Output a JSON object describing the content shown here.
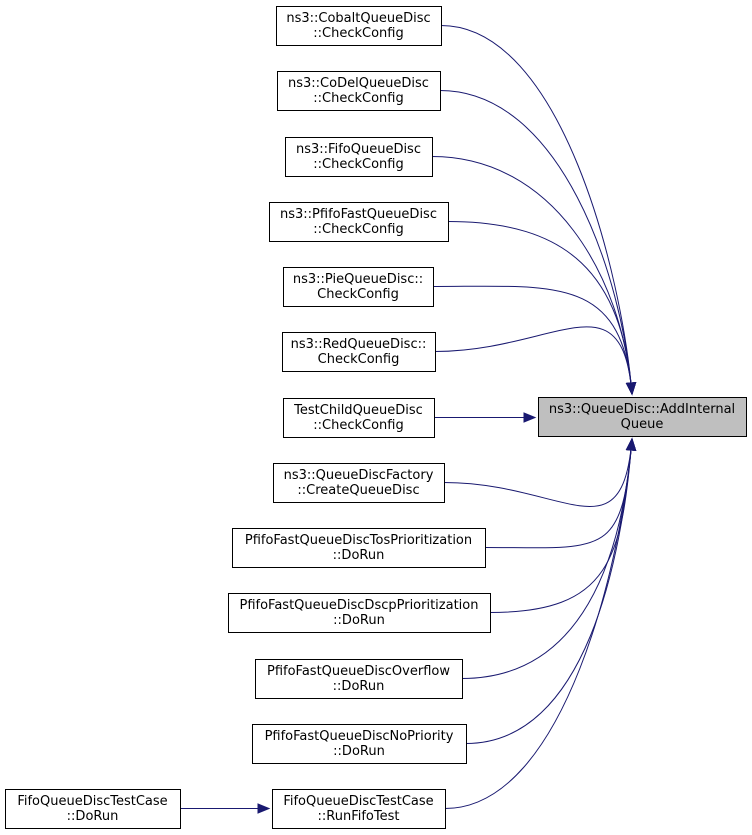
{
  "diagram": {
    "target": {
      "id": "target",
      "lines": [
        "ns3::QueueDisc::AddInternal",
        "Queue"
      ]
    },
    "nodes": [
      {
        "id": "cobalt",
        "lines": [
          "ns3::CobaltQueueDisc",
          "::CheckConfig"
        ]
      },
      {
        "id": "codel",
        "lines": [
          "ns3::CoDelQueueDisc",
          "::CheckConfig"
        ]
      },
      {
        "id": "fifo",
        "lines": [
          "ns3::FifoQueueDisc",
          "::CheckConfig"
        ]
      },
      {
        "id": "pfifo",
        "lines": [
          "ns3::PfifoFastQueueDisc",
          "::CheckConfig"
        ]
      },
      {
        "id": "pie",
        "lines": [
          "ns3::PieQueueDisc::",
          "CheckConfig"
        ]
      },
      {
        "id": "red",
        "lines": [
          "ns3::RedQueueDisc::",
          "CheckConfig"
        ]
      },
      {
        "id": "testchild",
        "lines": [
          "TestChildQueueDisc",
          "::CheckConfig"
        ]
      },
      {
        "id": "factory",
        "lines": [
          "ns3::QueueDiscFactory",
          "::CreateQueueDisc"
        ]
      },
      {
        "id": "tos",
        "lines": [
          "PfifoFastQueueDiscTosPrioritization",
          "::DoRun"
        ]
      },
      {
        "id": "dscp",
        "lines": [
          "PfifoFastQueueDiscDscpPrioritization",
          "::DoRun"
        ]
      },
      {
        "id": "overflow",
        "lines": [
          "PfifoFastQueueDiscOverflow",
          "::DoRun"
        ]
      },
      {
        "id": "nopriority",
        "lines": [
          "PfifoFastQueueDiscNoPriority",
          "::DoRun"
        ]
      },
      {
        "id": "runfifo",
        "lines": [
          "FifoQueueDiscTestCase",
          "::RunFifoTest"
        ]
      },
      {
        "id": "fifodorun",
        "lines": [
          "FifoQueueDiscTestCase",
          "::DoRun"
        ]
      }
    ],
    "edges": [
      {
        "from": "cobalt",
        "to": "target"
      },
      {
        "from": "codel",
        "to": "target"
      },
      {
        "from": "fifo",
        "to": "target"
      },
      {
        "from": "pfifo",
        "to": "target"
      },
      {
        "from": "pie",
        "to": "target"
      },
      {
        "from": "red",
        "to": "target"
      },
      {
        "from": "testchild",
        "to": "target"
      },
      {
        "from": "factory",
        "to": "target"
      },
      {
        "from": "tos",
        "to": "target"
      },
      {
        "from": "dscp",
        "to": "target"
      },
      {
        "from": "overflow",
        "to": "target"
      },
      {
        "from": "nopriority",
        "to": "target"
      },
      {
        "from": "runfifo",
        "to": "target"
      },
      {
        "from": "fifodorun",
        "to": "runfifo"
      }
    ],
    "colors": {
      "edge": "#191970",
      "target_fill": "#bfbfbf",
      "node_fill": "#ffffff",
      "border": "#000000"
    }
  }
}
